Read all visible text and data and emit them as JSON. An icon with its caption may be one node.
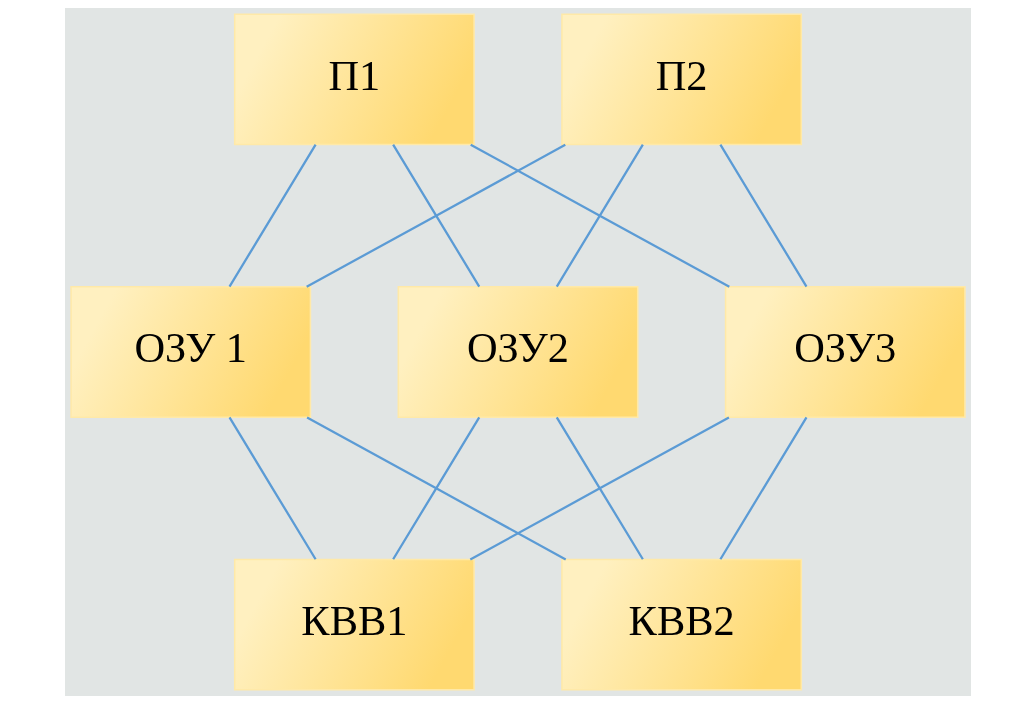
{
  "diagram": {
    "nodes": [
      {
        "text": [
          "П1"
        ]
      },
      {
        "text": [
          "П2"
        ]
      },
      {
        "text": [
          "ОЗУ 1"
        ]
      },
      {
        "text": [
          "ОЗУ2"
        ]
      },
      {
        "text": [
          "ОЗУ3"
        ]
      },
      {
        "text": [
          "КВВ1"
        ]
      },
      {
        "text": [
          "КВВ2"
        ]
      }
    ],
    "edges": [
      {
        "from": 0,
        "to": 2,
        "arrow": "none"
      },
      {
        "from": 0,
        "to": 3,
        "arrow": "none"
      },
      {
        "from": 0,
        "to": 4,
        "arrow": "none"
      },
      {
        "from": 1,
        "to": 2,
        "arrow": "none"
      },
      {
        "from": 1,
        "to": 3,
        "arrow": "none"
      },
      {
        "from": 1,
        "to": 4,
        "arrow": "none"
      },
      {
        "from": 2,
        "to": 5,
        "arrow": "none"
      },
      {
        "from": 3,
        "to": 5,
        "arrow": "none"
      },
      {
        "from": 4,
        "to": 5,
        "arrow": "none"
      },
      {
        "from": 2,
        "to": 6,
        "arrow": "none"
      },
      {
        "from": 3,
        "to": 6,
        "arrow": "none"
      },
      {
        "from": 4,
        "to": 6,
        "arrow": "none"
      }
    ]
  }
}
